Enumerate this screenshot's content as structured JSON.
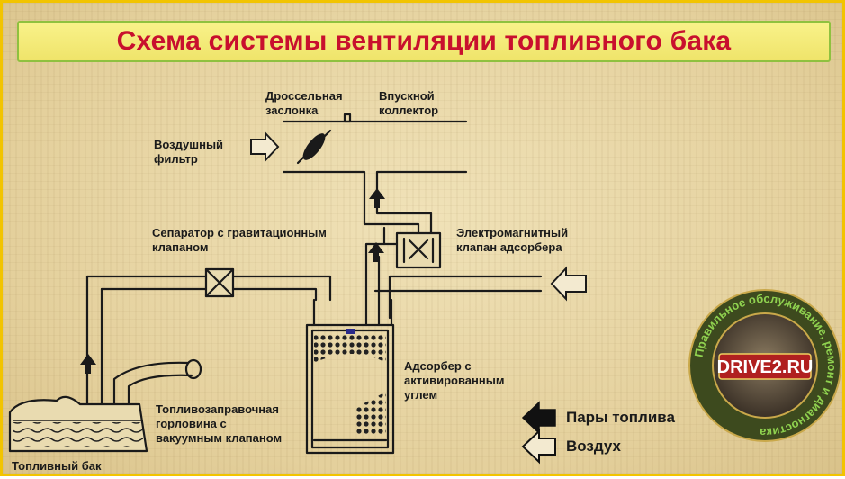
{
  "title": "Схема системы вентиляции топливного бака",
  "labels": {
    "throttle": "Дроссельная\nзаслонка",
    "intake": "Впускной\nколлектор",
    "air_filter": "Воздушный\nфильтр",
    "separator": "Сепаратор с гравитационным\nклапаном",
    "solenoid": "Электромагнитный\nклапан адсорбера",
    "adsorber": "Адсорбер с\nактивированным\nуглем",
    "filler": "Топливозаправочная\nгорловина с\nвакуумным клапаном",
    "tank": "Топливный бак"
  },
  "legend": {
    "fuel_vapor": "Пары топлива",
    "air": "Воздух"
  },
  "logo": {
    "brand": "DRIVE2.RU",
    "ring_text": "Правильное обслуживание, ремонт и диагностика"
  },
  "colors": {
    "title_text": "#c8102e",
    "title_bg": "#f4eb78",
    "frame": "#f2c400",
    "line": "#1a1a1a"
  }
}
